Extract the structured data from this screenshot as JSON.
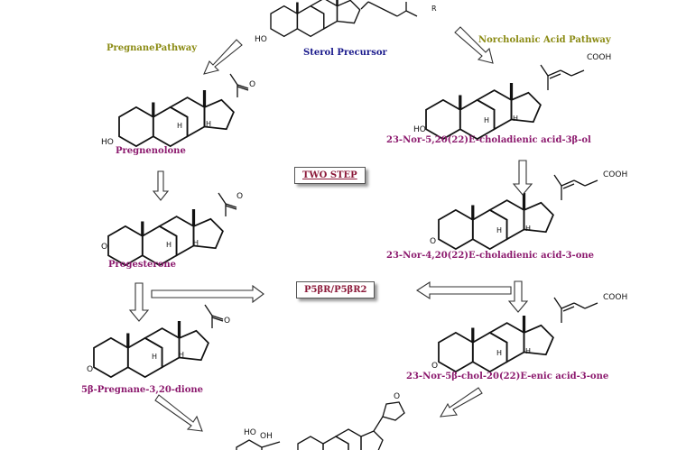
{
  "labels": {
    "sterol_precursor": "Sterol Precursor",
    "pregnane_pathway": "PregnanePathway",
    "norcholanic_pathway": "Norcholanic Acid Pathway",
    "pregnenolone": "Pregnenolone",
    "progesterone": "Progesterone",
    "pregnane_dione": "5β-Pregnane-3,20-dione",
    "nor_choladienic_3b_ol": "23-Nor-5,20(22)E-choladienic acid-3β-ol",
    "nor_choladienic_3_one": "23-Nor-4,20(22)E-choladienic acid-3-one",
    "nor_cholenic_3_one": "23-Nor-5β-chol-20(22)E-enic acid-3-one"
  },
  "boxes": {
    "two_step": "TWO STEP",
    "p5br": "P5βR/P5βR2"
  },
  "atoms": {
    "R": "R",
    "HO": "HO",
    "O": "O",
    "H": "H",
    "COOH": "COOH",
    "OH": "OH",
    "HO_partial": "HO"
  },
  "colors": {
    "pathway_label": "#8b8b14",
    "sterol_label": "#1a1a8c",
    "compound_label": "#8c1a6e",
    "box_text": "#8c1a3a"
  }
}
